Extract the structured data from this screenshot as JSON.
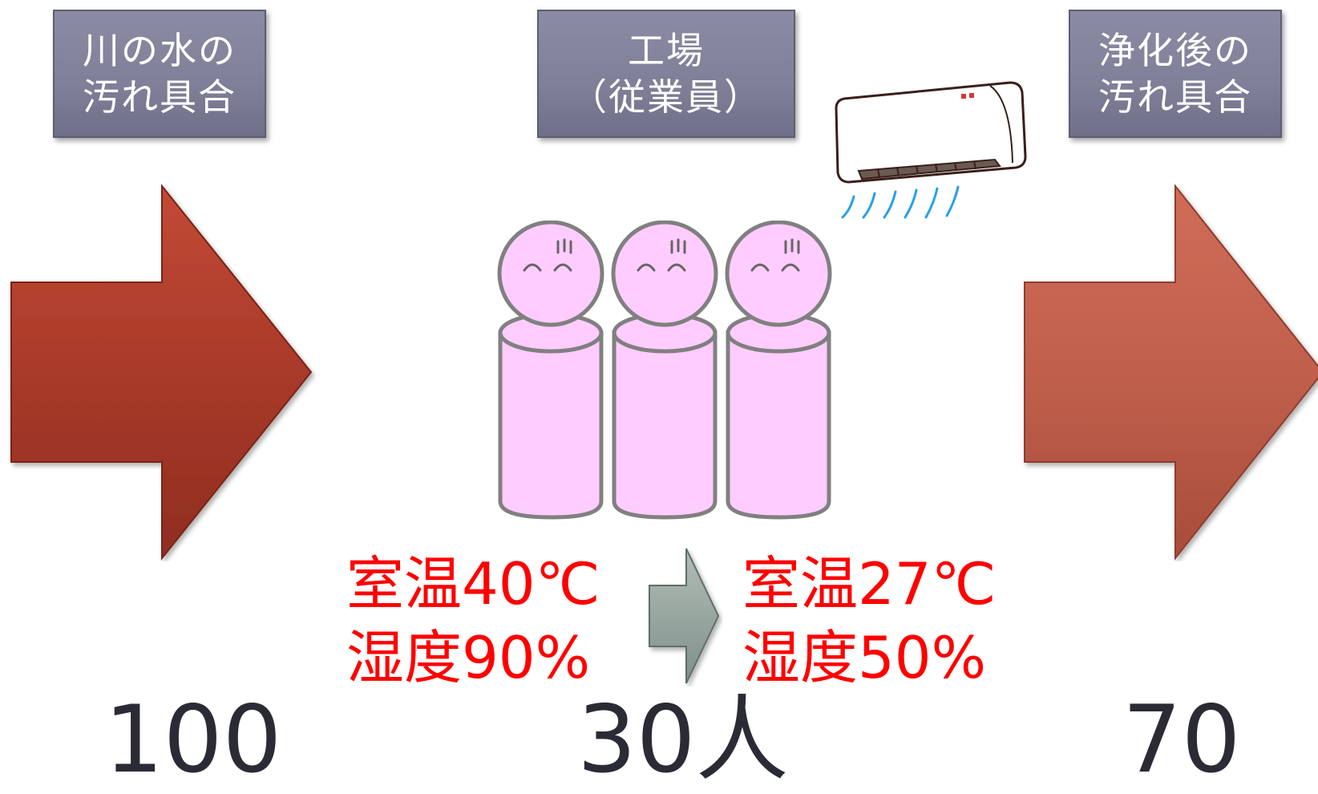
{
  "labels": {
    "river_water": [
      "川の水の",
      "汚れ具合"
    ],
    "factory": [
      "工場",
      "（従業員）"
    ],
    "after_purification": [
      "浄化後の",
      "汚れ具合"
    ]
  },
  "conditions": {
    "before": [
      "室温40℃",
      "湿度90%"
    ],
    "after": [
      "室温27℃",
      "湿度50%"
    ]
  },
  "values": {
    "input": "100",
    "workers": "30人",
    "output": "70"
  },
  "colors": {
    "label_box": "#7f7f98",
    "arrow_left": "#b03e2c",
    "arrow_right": "#c0604c",
    "small_arrow": "#97a69e",
    "person_fill": "#ffccff",
    "person_stroke": "#808080",
    "condition_text": "#ff0000",
    "number_text": "#2b2b35"
  },
  "icons": [
    "air-conditioner-icon",
    "person-icon"
  ]
}
